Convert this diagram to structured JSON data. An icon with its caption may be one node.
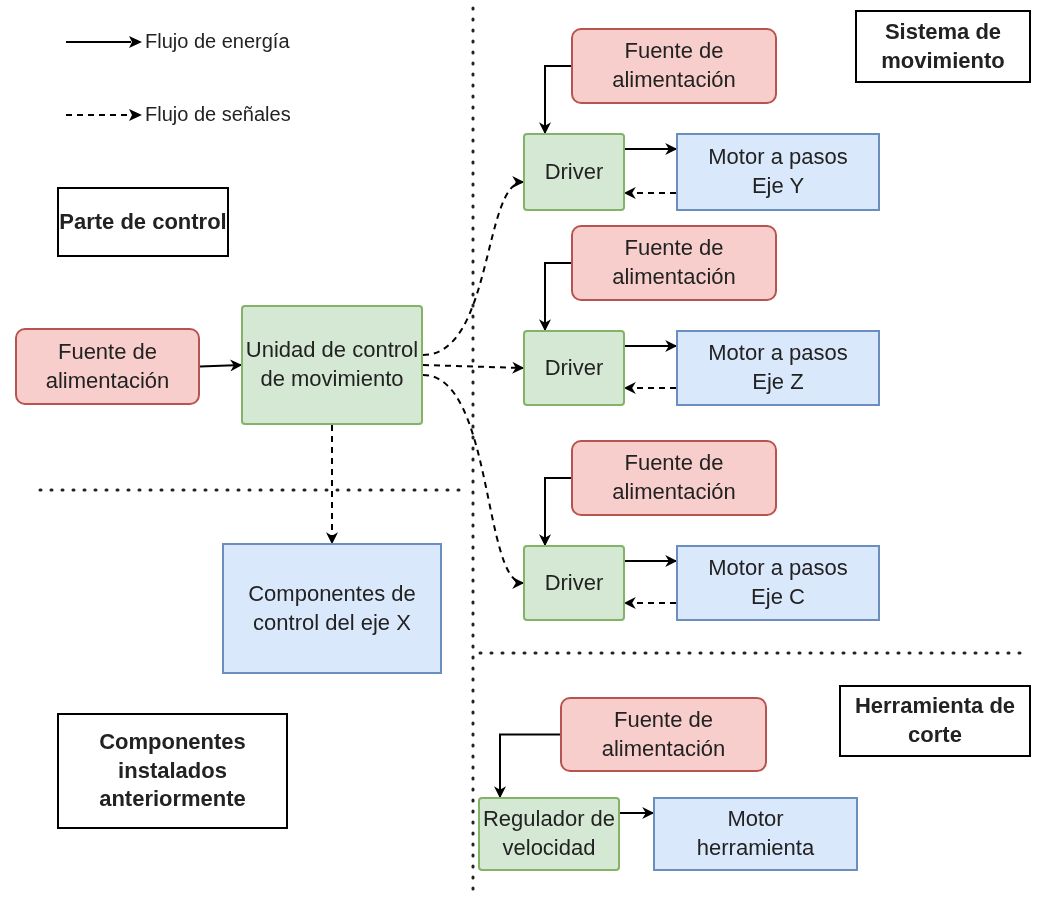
{
  "diagram": {
    "nodes": [
      {
        "text": [
          "Fuente de alimentación"
        ]
      },
      {
        "text": [
          "Unidad de control de movimiento"
        ]
      },
      {
        "text": [
          "Componentes de control del eje X"
        ]
      },
      {
        "text": [
          "Fuente de alimentación"
        ]
      },
      {
        "text": [
          "Driver"
        ]
      },
      {
        "text": [
          "Motor a pasos Eje Y"
        ]
      },
      {
        "text": [
          "Fuente de alimentación"
        ]
      },
      {
        "text": [
          "Driver"
        ]
      },
      {
        "text": [
          "Motor a pasos Eje Z"
        ]
      },
      {
        "text": [
          "Fuente de alimentación"
        ]
      },
      {
        "text": [
          "Driver"
        ]
      },
      {
        "text": [
          "Motor a pasos Eje C"
        ]
      },
      {
        "text": [
          "Fuente de alimentación"
        ]
      },
      {
        "text": [
          "Regulador de velocidad"
        ]
      },
      {
        "text": [
          "Motor herramienta"
        ]
      },
      {
        "text": [
          "Parte de control"
        ]
      },
      {
        "text": [
          "Sistema de movimiento"
        ]
      },
      {
        "text": [
          "Herramienta de corte"
        ]
      },
      {
        "text": [
          "Componentes instalados anteriormente"
        ]
      }
    ],
    "edges": [
      {
        "from": 0,
        "to": 1,
        "arrow": "to"
      },
      {
        "from": 1,
        "to": 2,
        "arrow": "to",
        "style": "dashed"
      },
      {
        "from": 1,
        "to": 4,
        "arrow": "to",
        "style": "dashed"
      },
      {
        "from": 1,
        "to": 7,
        "arrow": "to",
        "style": "dashed"
      },
      {
        "from": 1,
        "to": 10,
        "arrow": "to",
        "style": "dashed"
      },
      {
        "from": 3,
        "to": 4,
        "arrow": "to"
      },
      {
        "from": 4,
        "to": 5,
        "arrow": "to"
      },
      {
        "from": 5,
        "to": 4,
        "arrow": "to",
        "style": "dashed"
      },
      {
        "from": 6,
        "to": 7,
        "arrow": "to"
      },
      {
        "from": 7,
        "to": 8,
        "arrow": "to"
      },
      {
        "from": 8,
        "to": 7,
        "arrow": "to",
        "style": "dashed"
      },
      {
        "from": 9,
        "to": 10,
        "arrow": "to"
      },
      {
        "from": 10,
        "to": 11,
        "arrow": "to"
      },
      {
        "from": 11,
        "to": 10,
        "arrow": "to",
        "style": "dashed"
      },
      {
        "from": 12,
        "to": 13,
        "arrow": "to"
      },
      {
        "from": 13,
        "to": 14,
        "arrow": "to"
      }
    ],
    "legend": [
      {
        "text": "Flujo de energía"
      },
      {
        "text": "Flujo de señales"
      }
    ]
  }
}
